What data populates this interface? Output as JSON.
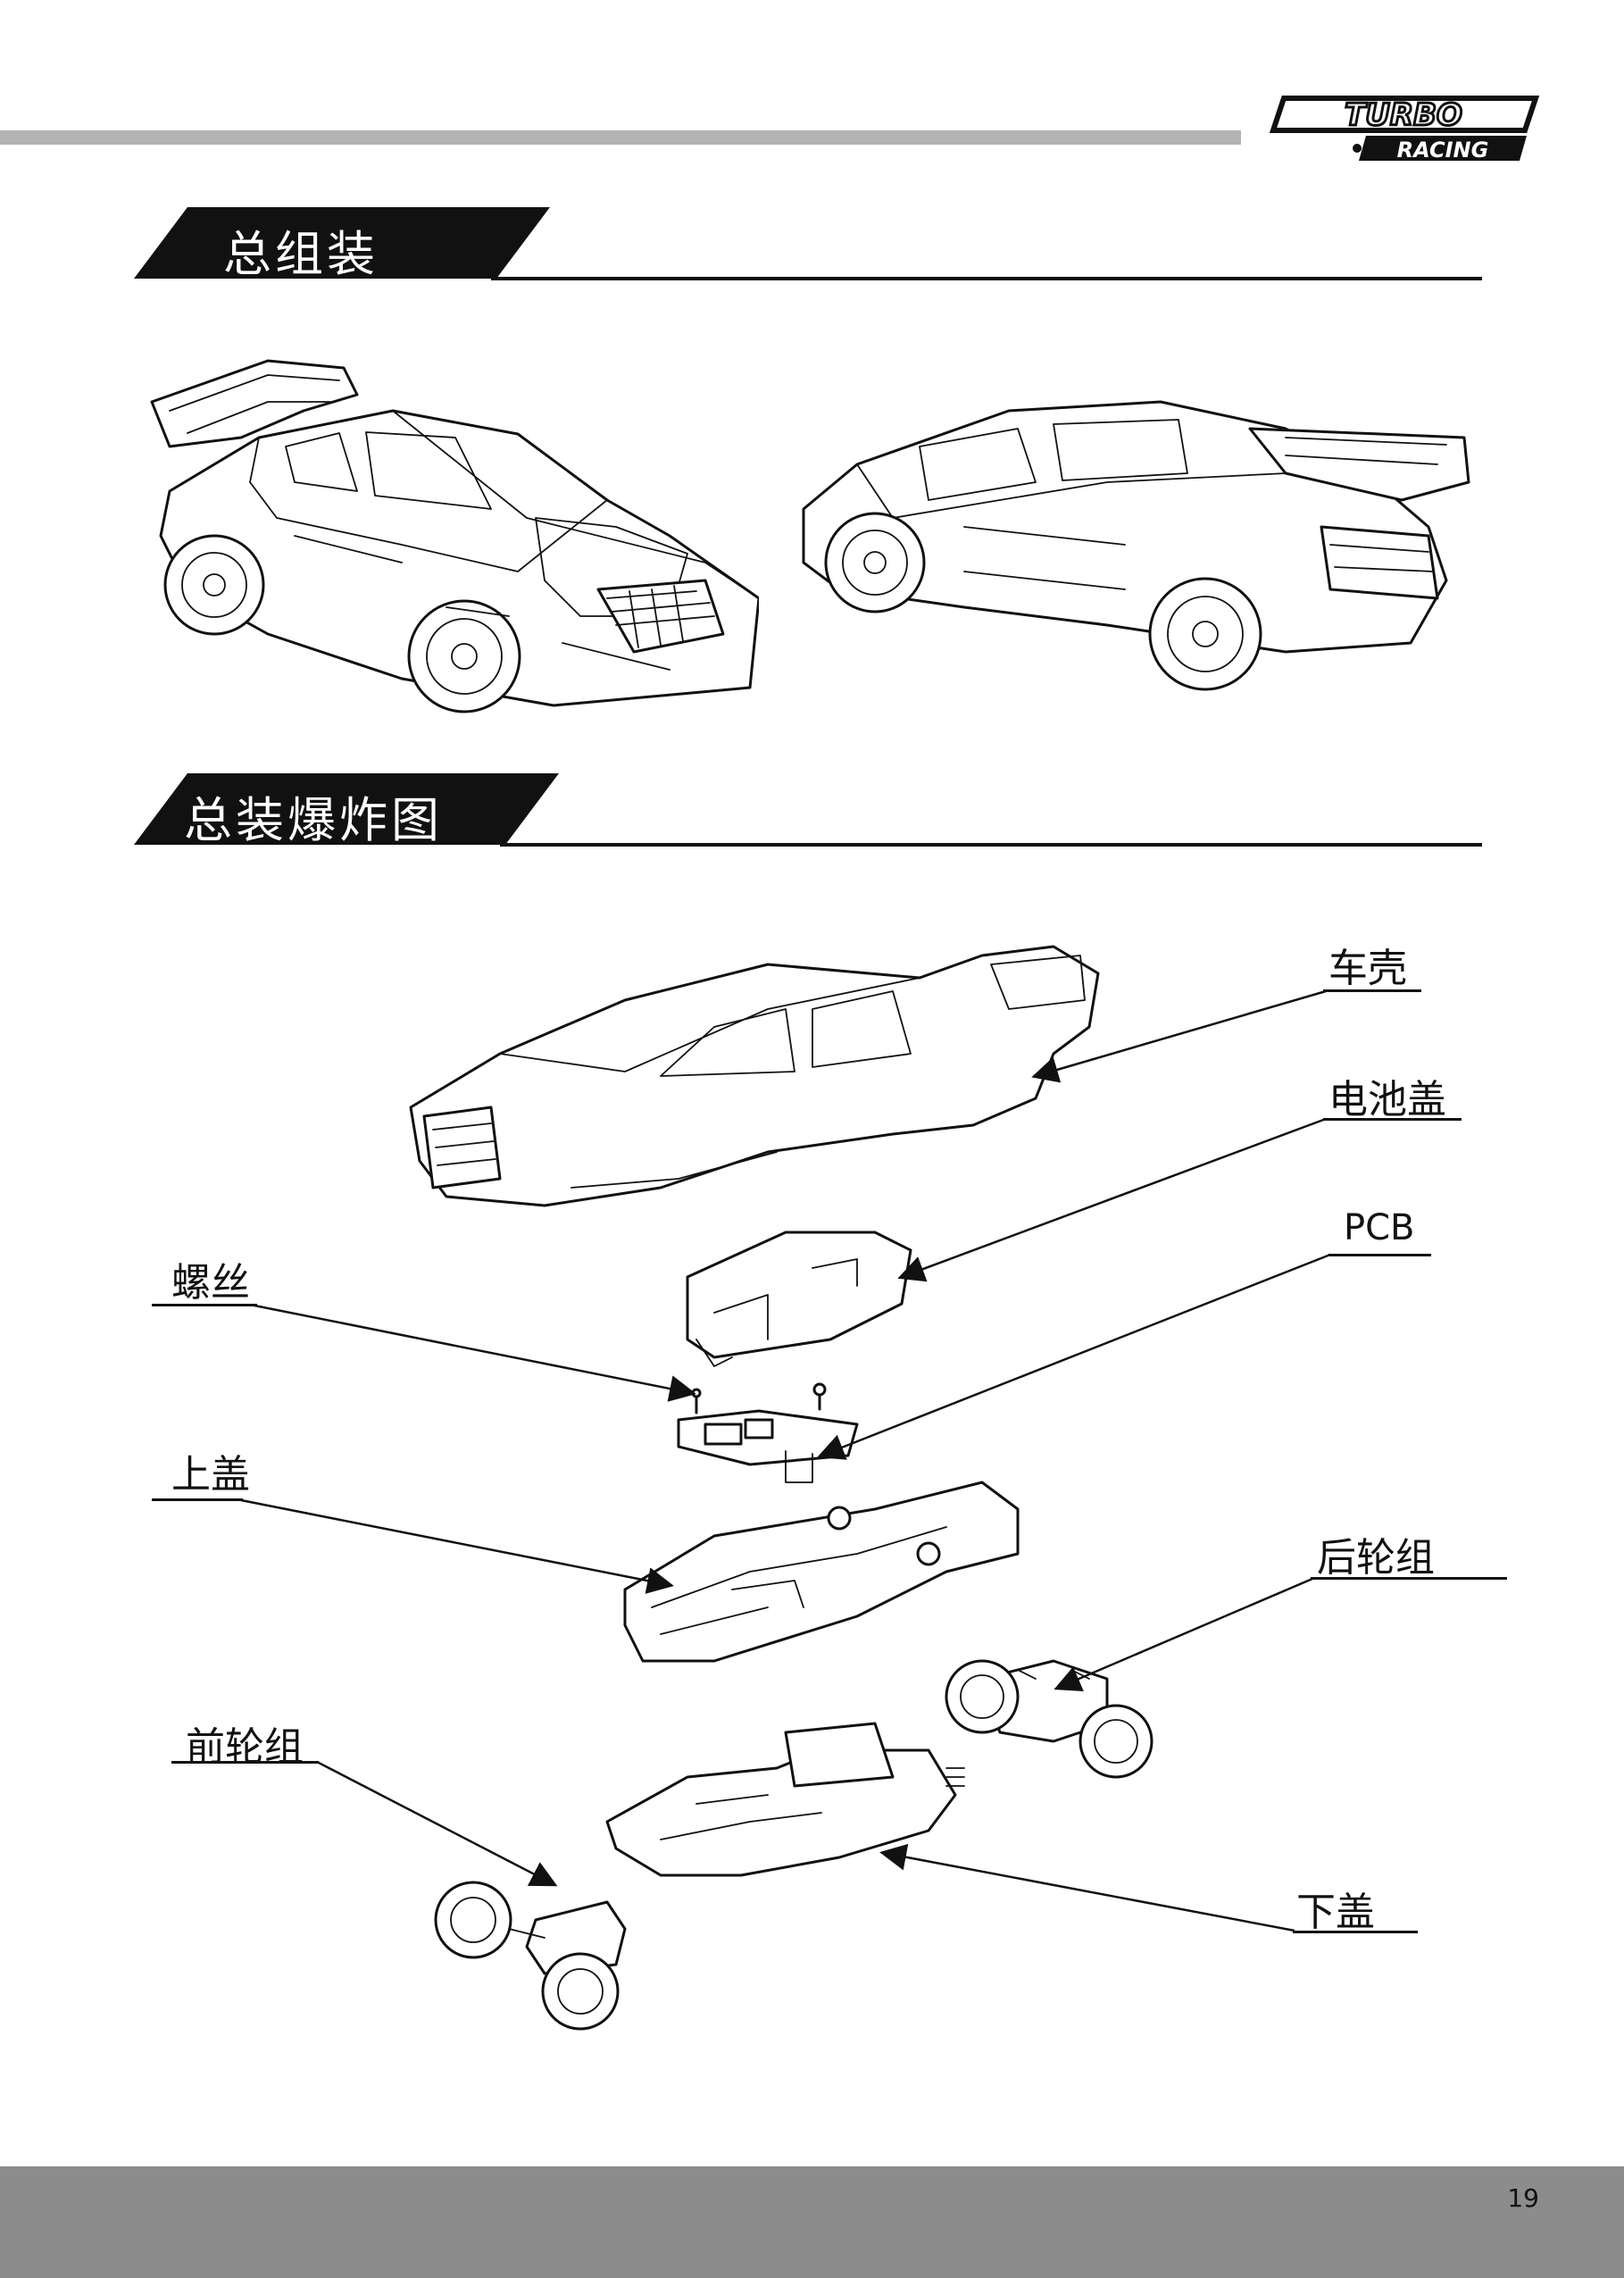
{
  "brand": {
    "line1": "TURBO",
    "line2": "RACING"
  },
  "section1": {
    "title": "总组装"
  },
  "section2": {
    "title": "总装爆炸图"
  },
  "labels": {
    "body_shell": "车壳",
    "battery_cover": "电池盖",
    "pcb": "PCB",
    "screw": "螺丝",
    "upper_cover": "上盖",
    "rear_wheel_group": "后轮组",
    "front_wheel_group": "前轮组",
    "lower_cover": "下盖"
  },
  "footer": {
    "page_number": "19"
  }
}
